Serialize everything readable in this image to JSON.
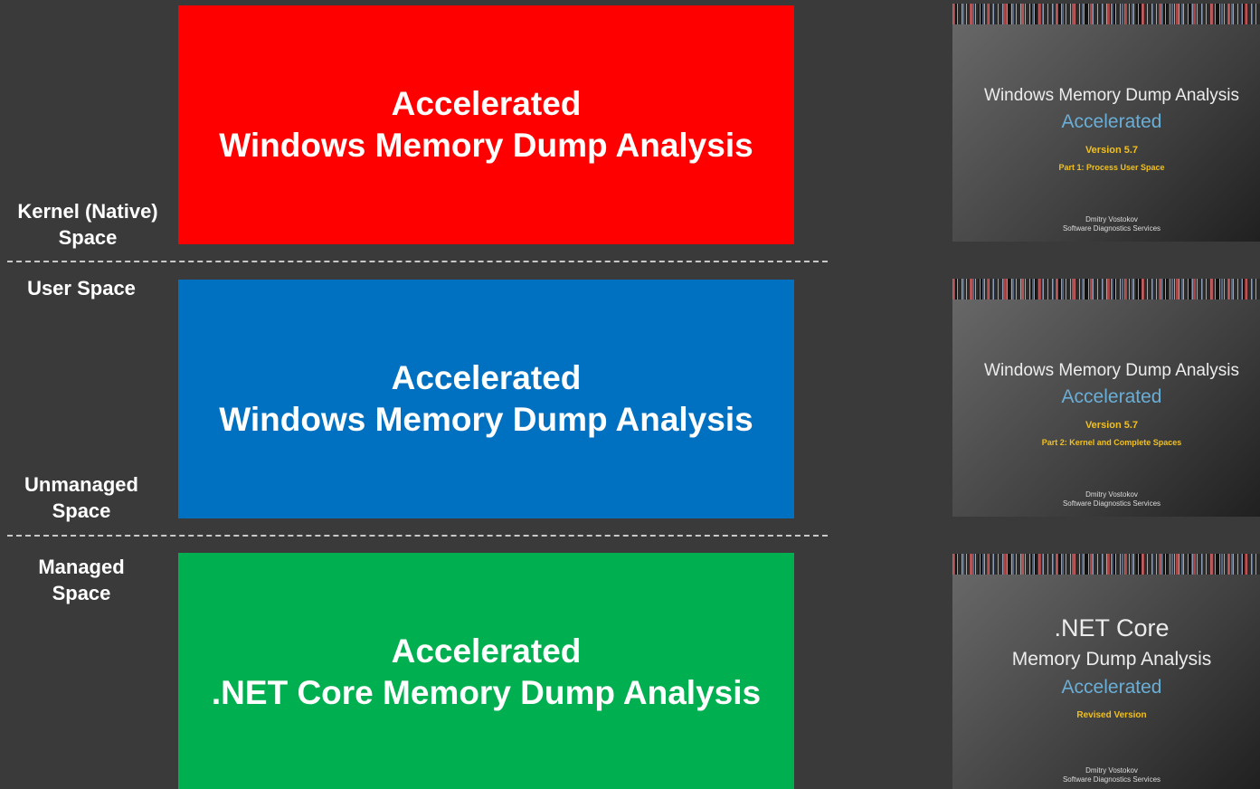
{
  "labels": {
    "kernel_space": "Kernel (Native)\nSpace",
    "user_space": "User Space",
    "unmanaged_space": "Unmanaged\nSpace",
    "managed_space": "Managed\nSpace"
  },
  "blocks": [
    {
      "line1": "Accelerated",
      "line2": "Windows Memory Dump Analysis",
      "color": "#ff0000"
    },
    {
      "line1": "Accelerated",
      "line2": "Windows Memory Dump Analysis",
      "color": "#0070c0"
    },
    {
      "line1": "Accelerated",
      "line2": ".NET Core Memory Dump Analysis",
      "color": "#00b050"
    }
  ],
  "covers": [
    {
      "title": "Windows Memory Dump Analysis",
      "accent": "Accelerated",
      "version": "Version 5.7",
      "part": "Part 1: Process User Space",
      "author": "Dmitry Vostokov",
      "company": "Software Diagnostics Services"
    },
    {
      "title": "Windows Memory Dump Analysis",
      "accent": "Accelerated",
      "version": "Version 5.7",
      "part": "Part 2: Kernel and Complete Spaces",
      "author": "Dmitry Vostokov",
      "company": "Software Diagnostics Services"
    },
    {
      "title_line1": ".NET Core",
      "title_line2": "Memory Dump Analysis",
      "accent": "Accelerated",
      "version": "Revised Version",
      "author": "Dmitry Vostokov",
      "company": "Software Diagnostics Services"
    }
  ],
  "colors": {
    "background": "#3a3a3a",
    "kernel_block": "#ff0000",
    "user_block": "#0070c0",
    "managed_block": "#00b050",
    "divider": "#c8c8c8",
    "cover_accent": "#6aaed6",
    "cover_version": "#f0c020"
  }
}
